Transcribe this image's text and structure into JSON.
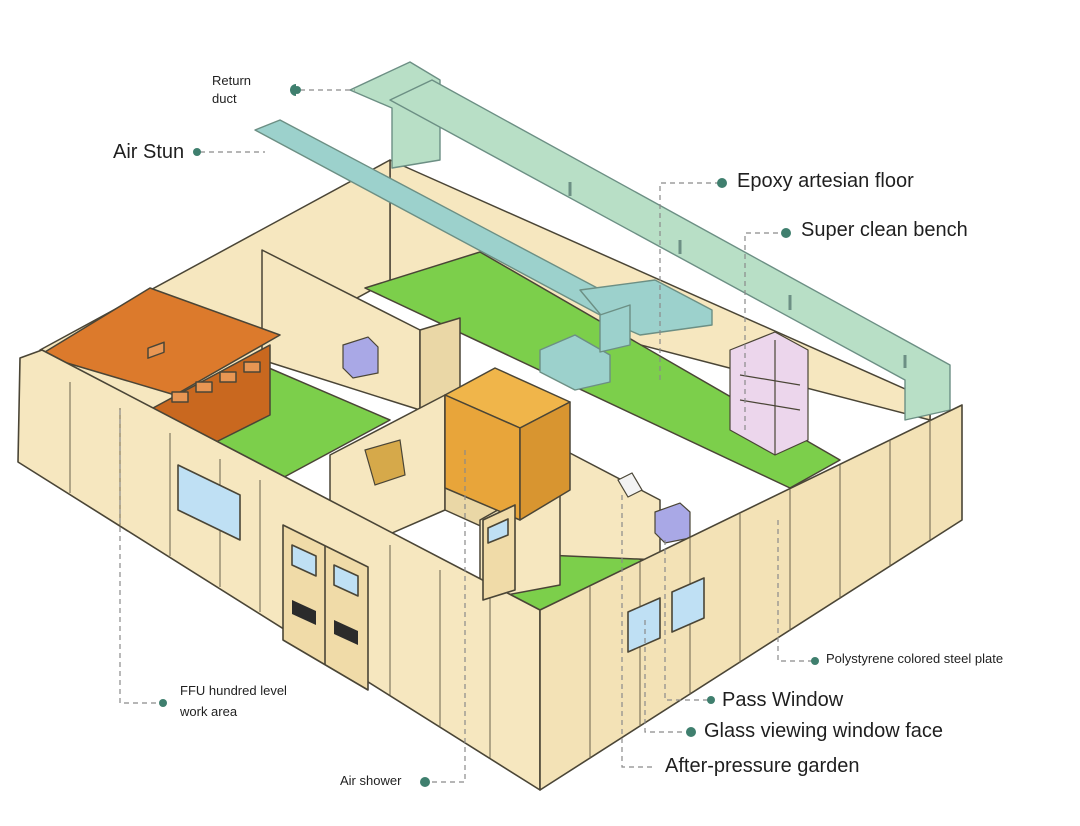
{
  "labels": {
    "return_duct_1": "Return",
    "return_duct_2": "duct",
    "air_stun": "Air Stun",
    "epoxy_floor": "Epoxy artesian floor",
    "super_clean_bench": "Super clean bench",
    "polystyrene_plate": "Polystyrene colored steel plate",
    "pass_window": "Pass Window",
    "glass_window": "Glass viewing window face",
    "after_pressure": "After-pressure garden",
    "air_shower": "Air shower",
    "ffu_1": "FFU hundred level",
    "ffu_2": "work area"
  },
  "colors": {
    "wall": "#f6e7bf",
    "wall_shadow": "#ead7a6",
    "wall_outline": "#4a4536",
    "floor_green": "#7ccf4b",
    "duct_green": "#b8dfc6",
    "duct_teal": "#9cd1cc",
    "orange_room": "#dc7a2c",
    "yellow_room": "#f0b54a",
    "bench_pink": "#ecd6ec",
    "marker": "#3f7f6e"
  }
}
